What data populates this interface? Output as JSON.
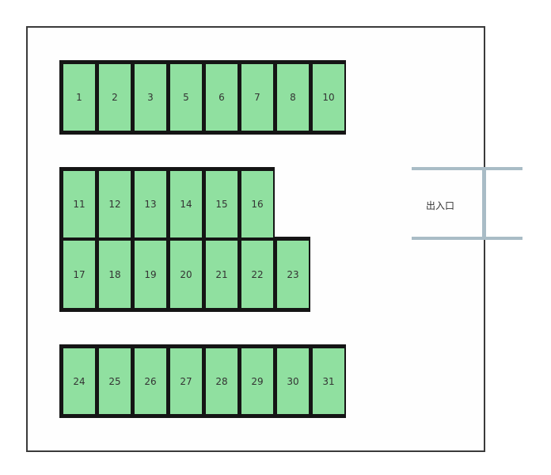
{
  "rows": [
    {
      "stalls": [
        "1",
        "2",
        "3",
        "5",
        "6",
        "7",
        "8",
        "10"
      ]
    },
    {
      "stalls": [
        "11",
        "12",
        "13",
        "14",
        "15",
        "16"
      ]
    },
    {
      "stalls": [
        "17",
        "18",
        "19",
        "20",
        "21",
        "22",
        "23"
      ]
    },
    {
      "stalls": [
        "24",
        "25",
        "26",
        "27",
        "28",
        "29",
        "30",
        "31"
      ]
    }
  ],
  "entrance": {
    "label": "出入口"
  },
  "colors": {
    "stall": "#90e0a0",
    "outline": "#151515",
    "gate": "#a9bcc6"
  }
}
